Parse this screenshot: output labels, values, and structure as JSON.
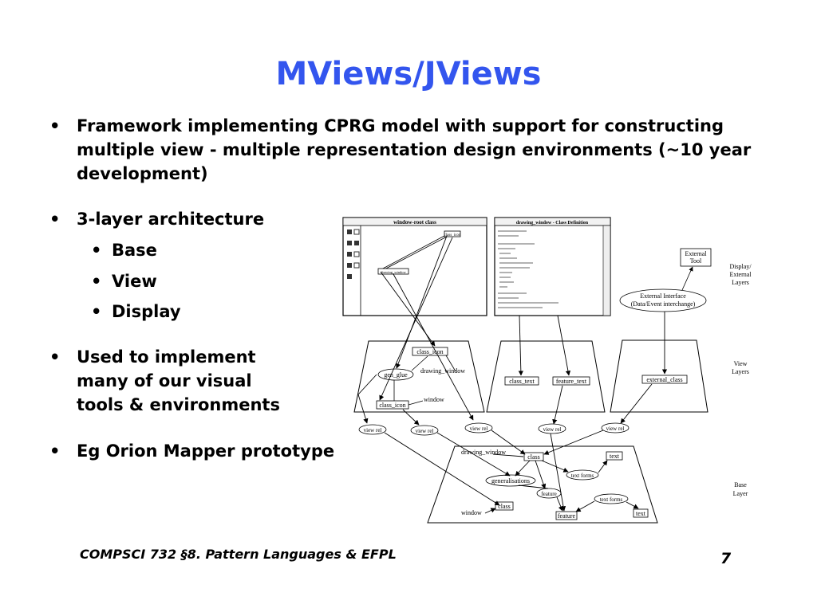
{
  "slide": {
    "title": "MViews/JViews",
    "bullets": [
      {
        "line1": "Framework implementing CPRG model with support for constructing",
        "line2": "multiple view - multiple representation design environments (~10 year",
        "line3": "development)"
      },
      {
        "text": "3-layer architecture",
        "sub": [
          "Base",
          "View",
          "Display"
        ]
      },
      {
        "line1": "Used to implement",
        "line2": "many of our visual",
        "line3": "tools & environments"
      },
      {
        "text": "Eg Orion Mapper prototype"
      }
    ],
    "footer": "COMPSCI 732 §8. Pattern Languages & EFPL",
    "page_number": "7",
    "bullet_glyph": "•",
    "title_color": "#3355ee"
  },
  "diagram": {
    "screen1": {
      "title": "window-root class",
      "label_class_icon": "class_icon",
      "label_drawing": "drawing_window"
    },
    "screen2": {
      "title": "drawing_window - Class Definition"
    },
    "external_tool": [
      "External",
      "Tool"
    ],
    "external_interface": [
      "External Interface",
      "(Data/Event interchange)"
    ],
    "layer_labels": {
      "display": [
        "Display/",
        "External",
        "Layers"
      ],
      "view": [
        "View",
        "Layers"
      ],
      "base": [
        "Base",
        "Layer"
      ]
    },
    "view1": {
      "class_icon_top": "class_icon",
      "gen_glue": "gen_glue",
      "drawing_window": "drawing_window",
      "window": "window",
      "class_icon_bottom": "class_icon"
    },
    "view2": {
      "class_text": "class_text",
      "feature_text": "feature_text"
    },
    "view3": {
      "external_class": "external_class"
    },
    "view_rels": [
      "view rel",
      "view rel",
      "view rel",
      "view rel",
      "view rel"
    ],
    "base": {
      "drawing_window": "drawing_window",
      "class_top": "class",
      "text_top": "text",
      "text_forms1": "text forms",
      "generalisations": "generalisations",
      "feature_ellipse": "feature",
      "text_forms2": "text forms",
      "class_bottom": "class",
      "window": "window",
      "feature_box": "feature",
      "text_bottom": "text"
    }
  }
}
